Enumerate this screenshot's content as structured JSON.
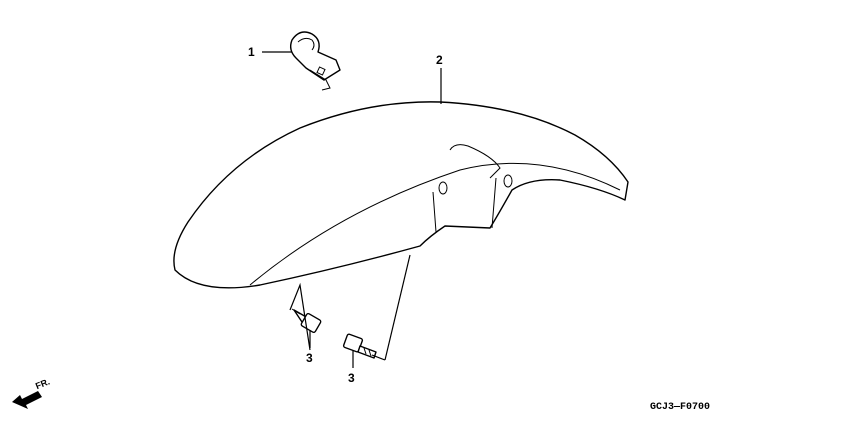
{
  "diagram": {
    "callouts": [
      {
        "id": "1",
        "label": "1"
      },
      {
        "id": "2",
        "label": "2"
      },
      {
        "id": "3a",
        "label": "3"
      },
      {
        "id": "3b",
        "label": "3"
      }
    ],
    "diagram_code": "GCJ3—F0700",
    "direction_label": "FR."
  }
}
